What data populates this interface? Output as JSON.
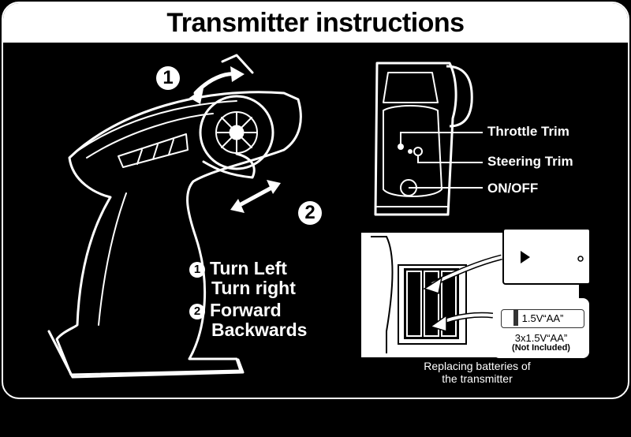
{
  "title": "Transmitter instructions",
  "callouts": {
    "throttle_trim": "Throttle Trim",
    "steering_trim": "Steering Trim",
    "on_off": "ON/OFF"
  },
  "legend": {
    "item1_number": "1",
    "item1_line1": "Turn Left",
    "item1_line2": "Turn right",
    "item2_number": "2",
    "item2_line1": "Forward",
    "item2_line2": "Backwards"
  },
  "battery": {
    "label": "1.5V“AA”",
    "count": "3x1.5V“AA”",
    "note": "(Not Included)"
  },
  "caption": {
    "line1": "Replacing batteries of",
    "line2": "the transmitter"
  },
  "colors": {
    "background": "#000000",
    "foreground": "#ffffff"
  }
}
